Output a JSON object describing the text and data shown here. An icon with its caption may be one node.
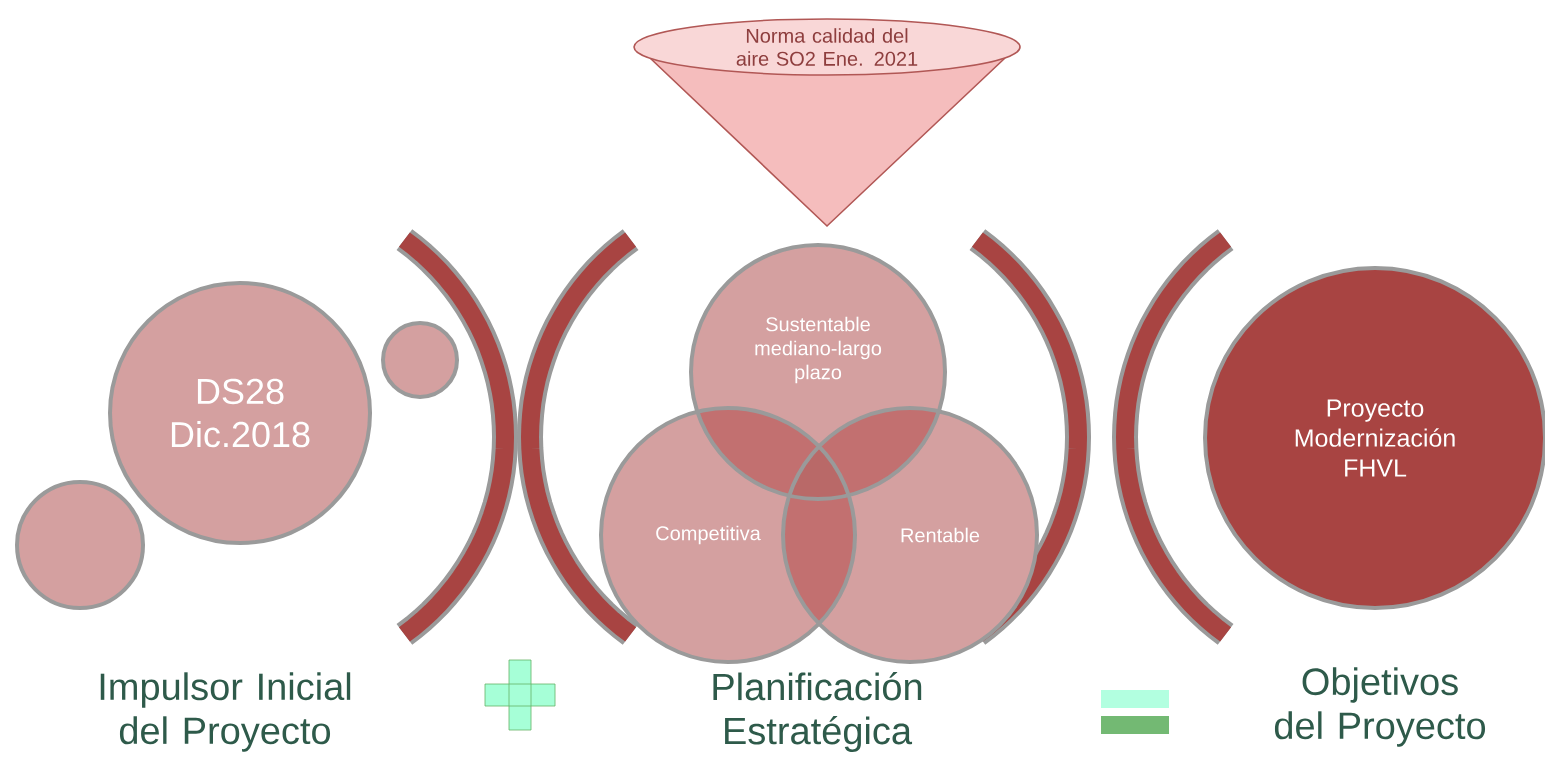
{
  "diagram": {
    "nodes": [
      {
        "text": [
          "Norma calidad del aire SO2 Ene. 2021"
        ]
      },
      {
        "text": [
          "DS28 Dic.2018"
        ]
      },
      {
        "text": [],
        "shape": "circle"
      },
      {
        "text": [],
        "shape": "circle"
      },
      {
        "text": [
          "Sustentable mediano-largo plazo"
        ]
      },
      {
        "text": [
          "Competitiva"
        ]
      },
      {
        "text": [
          "Rentable"
        ]
      },
      {
        "text": [
          "Proyecto Modernización FHVL"
        ]
      }
    ],
    "labels": [
      "Impulsor Inicial del Proyecto",
      "Planificación Estratégica",
      "Objetivos del Proyecto"
    ]
  }
}
